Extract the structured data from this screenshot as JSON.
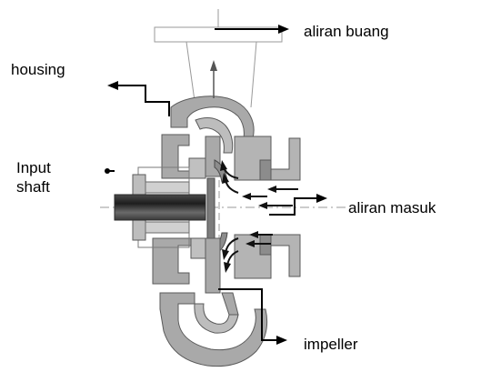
{
  "labels": {
    "aliran_buang": "aliran buang",
    "housing": "housing",
    "input_shaft_line1": "Input",
    "input_shaft_line2": "shaft",
    "aliran_masuk": "aliran masuk",
    "impeller": "impeller"
  },
  "colors": {
    "housing_fill": "#a9a9a9",
    "housing_edge": "#5a5a5a",
    "shaft_dark": "#2e2e2e",
    "shaft_light": "#8c8c8c",
    "outline": "#9a9a9a",
    "arrow": "#000000",
    "background": "#ffffff"
  }
}
